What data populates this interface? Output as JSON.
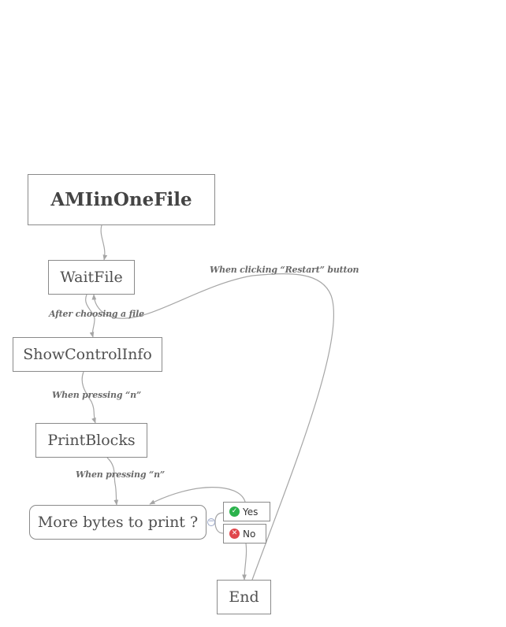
{
  "nodes": {
    "root": "AMIinOneFile",
    "wait_file": "WaitFile",
    "show_control_info": "ShowControlInfo",
    "print_blocks": "PrintBlocks",
    "more_bytes": "More bytes to print ?",
    "end": "End"
  },
  "edge_labels": {
    "after_choosing_file": "After choosing a file",
    "pressing_n_1": "When pressing “n”",
    "pressing_n_2": "When pressing “n”",
    "restart": "When clicking “Restart” button"
  },
  "choices": {
    "yes": "Yes",
    "no": "No",
    "yes_icon": "check-circle-icon",
    "no_icon": "x-circle-icon",
    "yes_color": "#2bb24c",
    "no_color": "#e0474c"
  },
  "collapse_glyph": "−",
  "colors": {
    "edge": "#a6a6a6",
    "node_border": "#8a8a8a",
    "text": "#505050"
  }
}
